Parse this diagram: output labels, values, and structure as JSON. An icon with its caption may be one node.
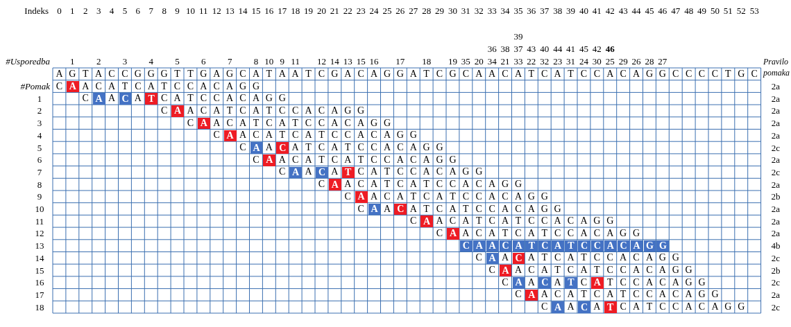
{
  "diagram": {
    "labels": [
      "Indeks",
      "0",
      "1",
      "2",
      "3",
      "4",
      "5",
      "6",
      "7",
      "8",
      "9",
      "10",
      "11",
      "12",
      "13",
      "14",
      "15",
      "16",
      "17",
      "18",
      "19",
      "20",
      "21",
      "22",
      "23",
      "24",
      "25",
      "26",
      "27",
      "28",
      "29",
      "30",
      "31",
      "32",
      "33",
      "34",
      "35",
      "36",
      "37",
      "38",
      "39",
      "40",
      "41",
      "42",
      "43",
      "44",
      "45",
      "46",
      "47",
      "48",
      "49",
      "50",
      "51",
      "52",
      "53",
      "39",
      "36",
      "38",
      "37",
      "43",
      "40",
      "44",
      "41",
      "45",
      "42",
      "46",
      "#Usporedba",
      "1",
      "2",
      "3",
      "4",
      "5",
      "6",
      "7",
      "8",
      "10",
      "9",
      "11",
      "12",
      "14",
      "13",
      "15",
      "16",
      "17",
      "18",
      "19",
      "35",
      "20",
      "34",
      "21",
      "33",
      "22",
      "32",
      "23",
      "31",
      "24",
      "30",
      "25",
      "29",
      "26",
      "28",
      "27",
      "Pravilo pomaka",
      "A",
      "G",
      "T",
      "A",
      "C",
      "C",
      "G",
      "G",
      "G",
      "T",
      "T",
      "G",
      "A",
      "G",
      "C",
      "A",
      "T",
      "A",
      "A",
      "T",
      "C",
      "G",
      "A",
      "C",
      "A",
      "G",
      "G",
      "A",
      "T",
      "C",
      "G",
      "C",
      "A",
      "A",
      "C",
      "A",
      "T",
      "C",
      "A",
      "T",
      "C",
      "C",
      "A",
      "C",
      "A",
      "G",
      "G",
      "C",
      "C",
      "C",
      "C",
      "T",
      "G",
      "C",
      "#Pomak",
      "C",
      "A",
      "A",
      "C",
      "A",
      "T",
      "C",
      "A",
      "T",
      "C",
      "C",
      "A",
      "C",
      "A",
      "G",
      "G",
      "2a",
      "1",
      "C",
      "A",
      "A",
      "C",
      "A",
      "T",
      "C",
      "A",
      "T",
      "C",
      "C",
      "A",
      "C",
      "A",
      "G",
      "G",
      "2a",
      "2",
      "C",
      "A",
      "A",
      "C",
      "A",
      "T",
      "C",
      "A",
      "T",
      "C",
      "C",
      "A",
      "C",
      "A",
      "G",
      "G",
      "2a",
      "3",
      "C",
      "A",
      "A",
      "C",
      "A",
      "T",
      "C",
      "A",
      "T",
      "C",
      "C",
      "A",
      "C",
      "A",
      "G",
      "G",
      "2a",
      "4",
      "C",
      "A",
      "A",
      "C",
      "A",
      "T",
      "C",
      "A",
      "T",
      "C",
      "C",
      "A",
      "C",
      "A",
      "G",
      "G",
      "2a",
      "5",
      "C",
      "A",
      "A",
      "C",
      "A",
      "T",
      "C",
      "A",
      "T",
      "C",
      "C",
      "A",
      "C",
      "A",
      "G",
      "G",
      "2c",
      "6",
      "C",
      "A",
      "A",
      "C",
      "A",
      "T",
      "C",
      "A",
      "T",
      "C",
      "C",
      "A",
      "C",
      "A",
      "G",
      "G",
      "2a",
      "7",
      "C",
      "A",
      "A",
      "C",
      "A",
      "T",
      "C",
      "A",
      "T",
      "C",
      "C",
      "A",
      "C",
      "A",
      "G",
      "G",
      "2c",
      "8",
      "C",
      "A",
      "A",
      "C",
      "A",
      "T",
      "C",
      "A",
      "T",
      "C",
      "C",
      "A",
      "C",
      "A",
      "G",
      "G",
      "2a",
      "9",
      "C",
      "A",
      "A",
      "C",
      "A",
      "T",
      "C",
      "A",
      "T",
      "C",
      "C",
      "A",
      "C",
      "A",
      "G",
      "G",
      "2b",
      "10",
      "C",
      "A",
      "A",
      "C",
      "A",
      "T",
      "C",
      "A",
      "T",
      "C",
      "C",
      "A",
      "C",
      "A",
      "G",
      "G",
      "2a",
      "11",
      "C",
      "A",
      "A",
      "C",
      "A",
      "T",
      "C",
      "A",
      "T",
      "C",
      "C",
      "A",
      "C",
      "A",
      "G",
      "G",
      "2a",
      "12",
      "C",
      "A",
      "A",
      "C",
      "A",
      "T",
      "C",
      "A",
      "T",
      "C",
      "C",
      "A",
      "C",
      "A",
      "G",
      "G",
      "2a",
      "13",
      "C",
      "A",
      "A",
      "C",
      "A",
      "T",
      "C",
      "A",
      "T",
      "C",
      "C",
      "A",
      "C",
      "A",
      "G",
      "G",
      "4b",
      "14",
      "C",
      "A",
      "A",
      "C",
      "A",
      "T",
      "C",
      "A",
      "T",
      "C",
      "C",
      "A",
      "C",
      "A",
      "G",
      "G",
      "2c",
      "15",
      "C",
      "A",
      "A",
      "C",
      "A",
      "T",
      "C",
      "A",
      "T",
      "C",
      "C",
      "A",
      "C",
      "A",
      "G",
      "G",
      "2b",
      "16",
      "C",
      "A",
      "A",
      "C",
      "A",
      "T",
      "C",
      "A",
      "T",
      "C",
      "C",
      "A",
      "C",
      "A",
      "G",
      "G",
      "2c",
      "17",
      "C",
      "A",
      "A",
      "C",
      "A",
      "T",
      "C",
      "A",
      "T",
      "C",
      "C",
      "A",
      "C",
      "A",
      "G",
      "G",
      "2a",
      "18",
      "C",
      "A",
      "A",
      "C",
      "A",
      "T",
      "C",
      "A",
      "T",
      "C",
      "C",
      "A",
      "C",
      "A",
      "G",
      "G",
      "2c"
    ]
  }
}
